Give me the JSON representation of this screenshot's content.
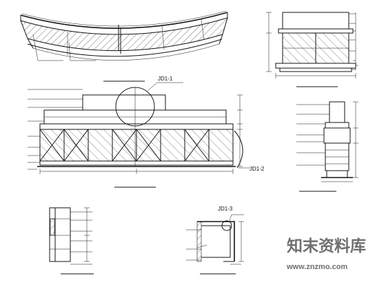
{
  "view_refs": {
    "detail_1": "JD1-1",
    "detail_2": "JD1-2",
    "detail_3": "JD1-3"
  },
  "watermark": {
    "brand": "知末资料库",
    "url": "www.znzmo.com"
  }
}
